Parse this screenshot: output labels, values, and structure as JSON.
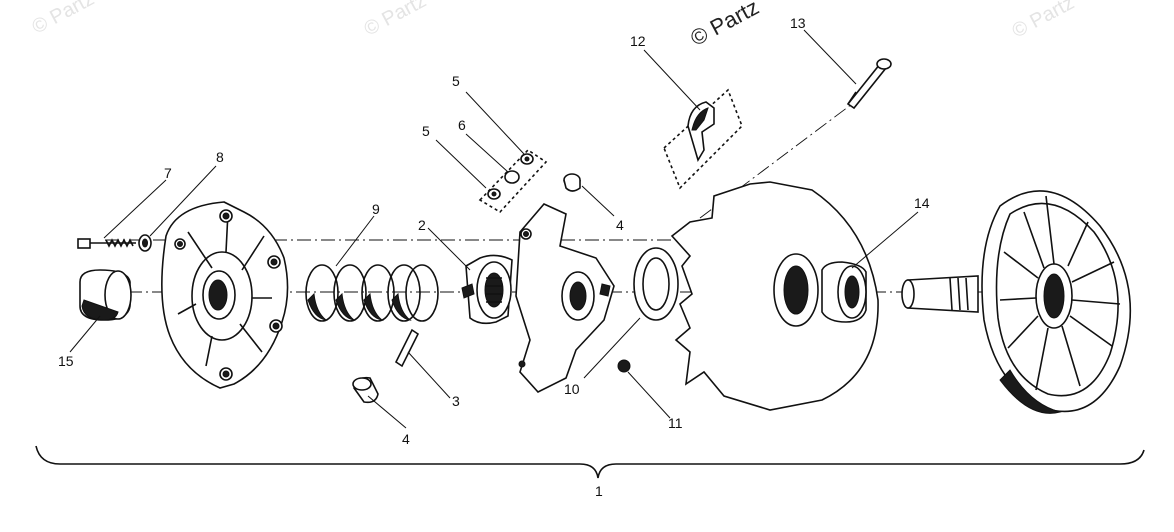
{
  "watermarks": {
    "left": "© Partz",
    "mid": "© Partz",
    "main": "© Partz",
    "right": "© Partz"
  },
  "callouts": [
    {
      "id": "c1",
      "text": "1"
    },
    {
      "id": "c2",
      "text": "2"
    },
    {
      "id": "c3",
      "text": "3"
    },
    {
      "id": "c4a",
      "text": "4"
    },
    {
      "id": "c4b",
      "text": "4"
    },
    {
      "id": "c5a",
      "text": "5"
    },
    {
      "id": "c5b",
      "text": "5"
    },
    {
      "id": "c6",
      "text": "6"
    },
    {
      "id": "c7",
      "text": "7"
    },
    {
      "id": "c8",
      "text": "8"
    },
    {
      "id": "c9",
      "text": "9"
    },
    {
      "id": "c10",
      "text": "10"
    },
    {
      "id": "c11",
      "text": "11"
    },
    {
      "id": "c12",
      "text": "12"
    },
    {
      "id": "c13",
      "text": "13"
    },
    {
      "id": "c14",
      "text": "14"
    },
    {
      "id": "c15",
      "text": "15"
    }
  ]
}
